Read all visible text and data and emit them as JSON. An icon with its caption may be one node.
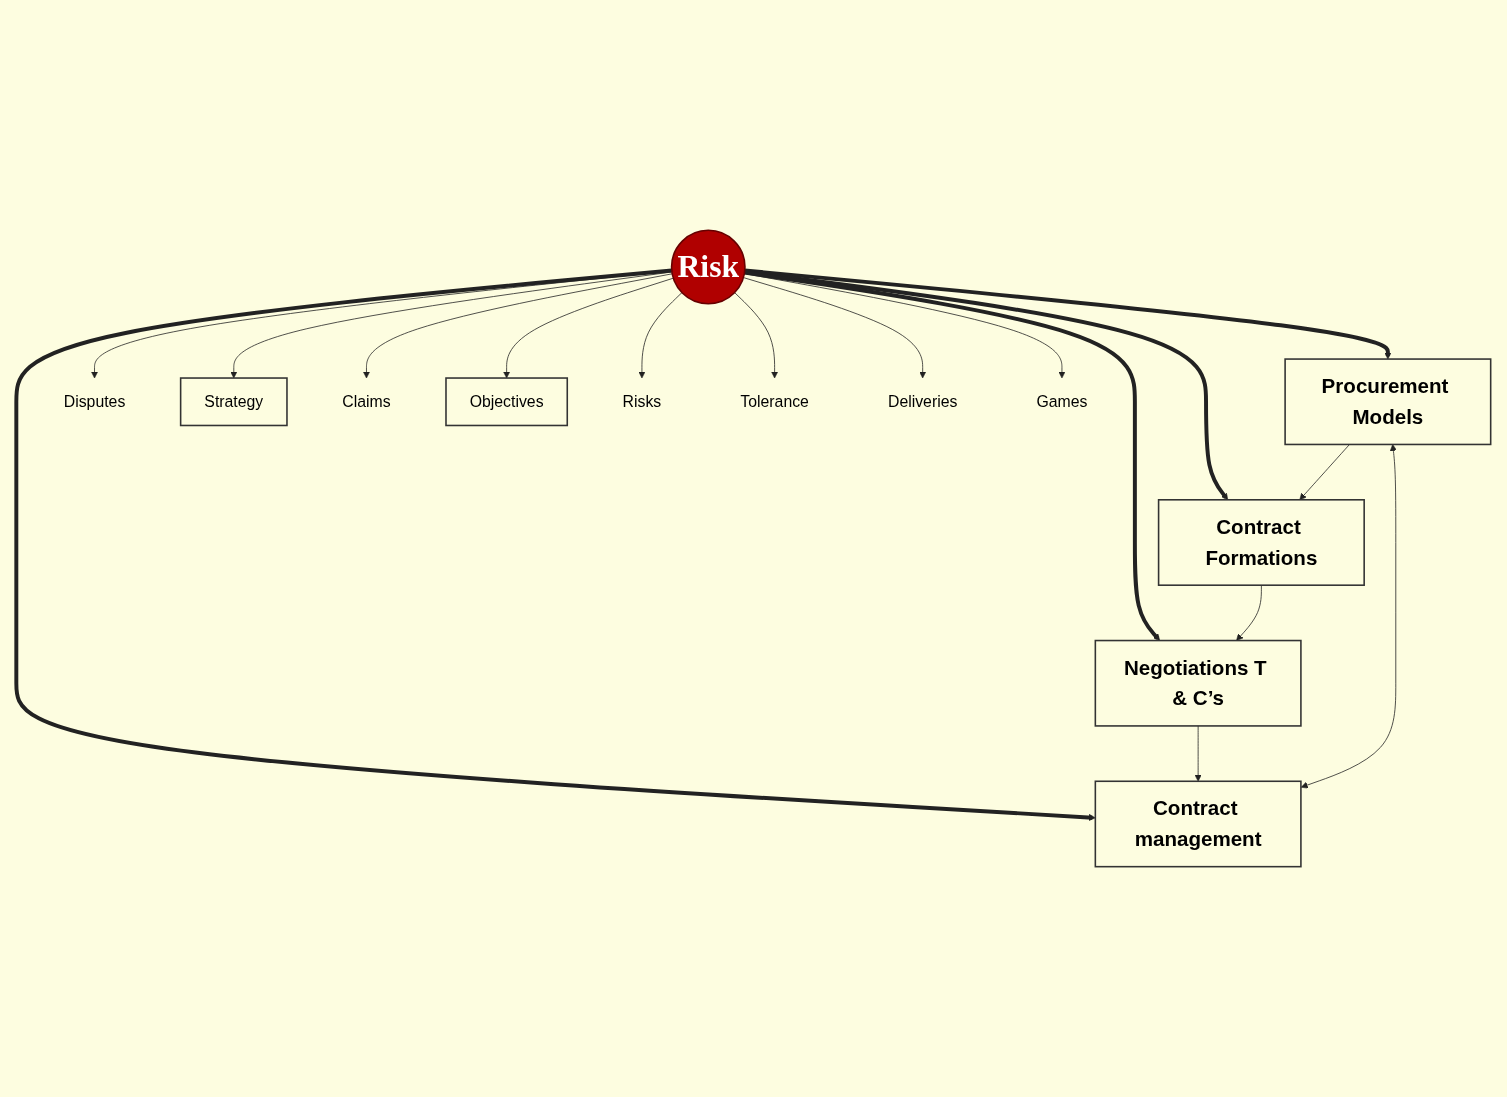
{
  "diagram": {
    "nodes": [
      {
        "text": [
          "Procurement Models"
        ]
      },
      {
        "text": [
          "Disputes"
        ]
      },
      {
        "text": [
          "Strategy"
        ]
      },
      {
        "text": [
          "Claims"
        ]
      },
      {
        "text": [
          "Objectives"
        ]
      },
      {
        "text": [
          "Contract management"
        ]
      },
      {
        "text": [
          "Risk"
        ]
      },
      {
        "text": [
          "Contract Formations"
        ]
      },
      {
        "text": [
          "Risks"
        ]
      },
      {
        "text": [
          "Tolerance"
        ]
      },
      {
        "text": [
          "Deliveries"
        ]
      },
      {
        "text": [
          "Games"
        ]
      },
      {
        "text": [
          "Negotiations T & C’s"
        ]
      }
    ],
    "edges": [
      {
        "from": 6,
        "to": 0,
        "arrow": "to",
        "style": "thick"
      },
      {
        "from": 6,
        "to": 1,
        "arrow": "to"
      },
      {
        "from": 6,
        "to": 2,
        "arrow": "to"
      },
      {
        "from": 6,
        "to": 3,
        "arrow": "to"
      },
      {
        "from": 6,
        "to": 4,
        "arrow": "to"
      },
      {
        "from": 6,
        "to": 5,
        "arrow": "to",
        "style": "thick"
      },
      {
        "from": 6,
        "to": 7,
        "arrow": "to",
        "style": "thick"
      },
      {
        "from": 6,
        "to": 8,
        "arrow": "to"
      },
      {
        "from": 6,
        "to": 9,
        "arrow": "to"
      },
      {
        "from": 6,
        "to": 10,
        "arrow": "to"
      },
      {
        "from": 6,
        "to": 11,
        "arrow": "to"
      },
      {
        "from": 6,
        "to": 12,
        "arrow": "to",
        "style": "thick"
      },
      {
        "from": 5,
        "to": 0,
        "arrow": "both"
      },
      {
        "from": 0,
        "to": 7,
        "arrow": "to"
      },
      {
        "from": 7,
        "to": 12,
        "arrow": "to"
      },
      {
        "from": 12,
        "to": 5,
        "arrow": "to"
      }
    ]
  }
}
